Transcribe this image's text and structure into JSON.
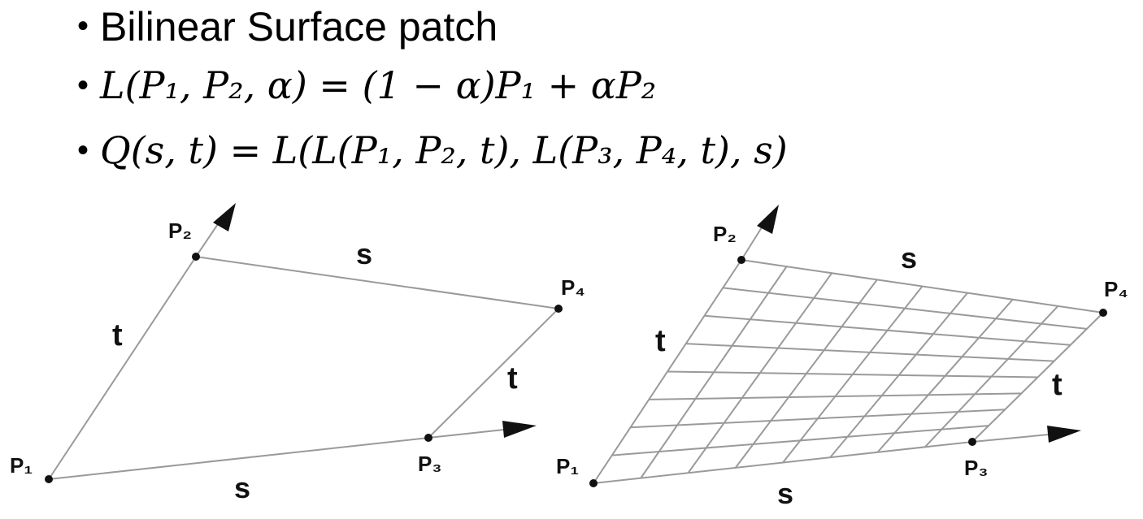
{
  "bullets": {
    "item1": "Bilinear Surface patch",
    "item2": "L(P₁, P₂, α) = (1 − α)P₁ + αP₂",
    "item3": "Q(s, t) = L(L(P₁, P₂, t), L(P₃, P₄, t), s)",
    "bullet_char": "•"
  },
  "diagram_left": {
    "p1": "P₁",
    "p2": "P₂",
    "p3": "P₃",
    "p4": "P₄",
    "s_top": "s",
    "s_bottom": "s",
    "t_left": "t",
    "t_right": "t"
  },
  "diagram_right": {
    "p1": "P₁",
    "p2": "P₂",
    "p3": "P₃",
    "p4": "P₄",
    "s_top": "s",
    "s_bottom": "s",
    "t_left": "t",
    "t_right": "t",
    "grid_divisions": 8
  },
  "colors": {
    "line": "#9a9a9a",
    "point": "#111111",
    "text": "#000000"
  }
}
